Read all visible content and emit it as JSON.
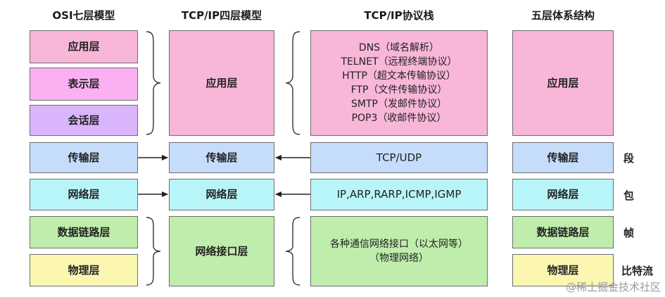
{
  "titles": {
    "osi": "OSI七层模型",
    "tcpip4": "TCP/IP四层模型",
    "stack": "TCP/IP协议栈",
    "five": "五层体系结构"
  },
  "osi_layers": [
    "应用层",
    "表示层",
    "会话层",
    "传输层",
    "网络层",
    "数据链路层",
    "物理层"
  ],
  "tcpip_layers": [
    "应用层",
    "传输层",
    "网络层",
    "网络接口层"
  ],
  "protocols": {
    "application": [
      "DNS（域名解析）",
      "TELNET（远程终端协议）",
      "HTTP（超文本传输协议）",
      "FTP（文件传输协议）",
      "SMTP（发邮件协议）",
      "POP3（收邮件协议）"
    ],
    "transport": "TCP/UDP",
    "network": "IP,ARP,RARP,ICMP,IGMP",
    "link": [
      "各种通信网络接口（以太网等）",
      "（物理网络）"
    ]
  },
  "five_layers": [
    "应用层",
    "传输层",
    "网络层",
    "数据链路层",
    "物理层"
  ],
  "units": [
    "段",
    "包",
    "帧",
    "比特流"
  ],
  "watermark": "@稀土掘金技术社区",
  "colors": {
    "pink": "#f8b6d9",
    "magenta": "#fbb0f1",
    "purple": "#d9b6fb",
    "blue": "#c6dcfb",
    "cyan": "#b8f5f8",
    "green": "#bfeeac",
    "yellow": "#fbf7b0"
  }
}
